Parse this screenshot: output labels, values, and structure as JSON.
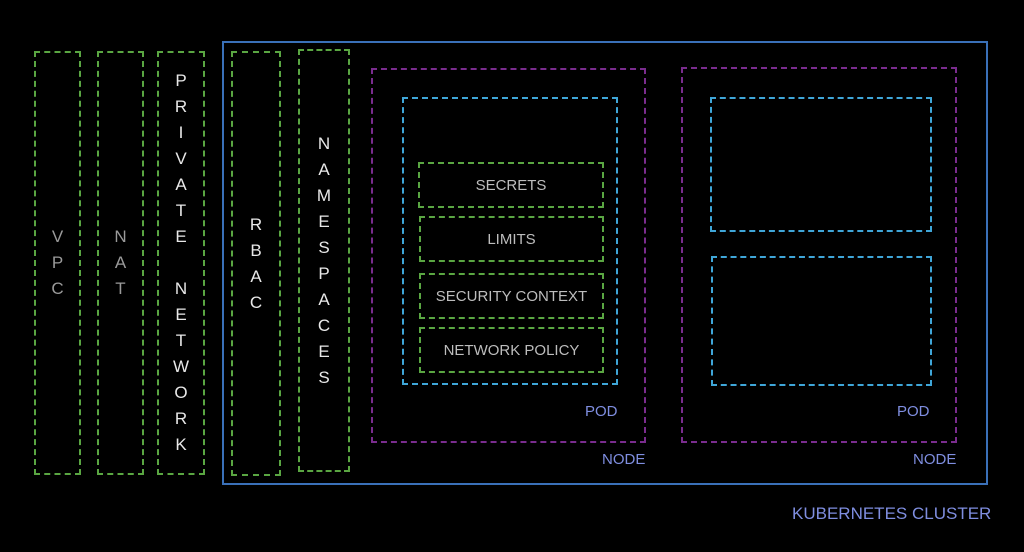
{
  "outer_layers": [
    {
      "label": "VPC"
    },
    {
      "label": "NAT"
    },
    {
      "label": "PRIVATE NETWORK"
    }
  ],
  "cluster": {
    "label": "KUBERNETES CLUSTER",
    "layers": [
      {
        "label": "RBAC"
      },
      {
        "label": "NAMESPACES"
      }
    ],
    "nodes": [
      {
        "label": "NODE",
        "pod_label": "POD",
        "controls": [
          "SECRETS",
          "LIMITS",
          "SECURITY CONTEXT",
          "NETWORK POLICY"
        ]
      },
      {
        "label": "NODE",
        "pod_label": "POD"
      }
    ]
  },
  "colors": {
    "security_layer": "#5aa642",
    "container": "#3fa6d8",
    "node": "#7a2c8e",
    "cluster": "#3a70b8",
    "label": "#7f8ee0"
  }
}
